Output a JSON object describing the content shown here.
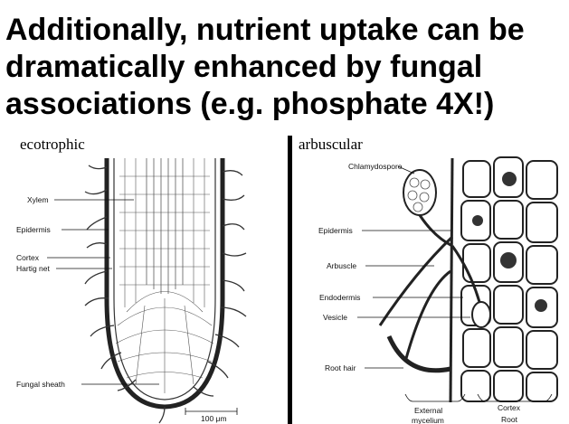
{
  "slide": {
    "title": "Additionally, nutrient uptake can be dramatically enhanced by fungal associations (e.g. phosphate 4X!)"
  },
  "left_panel": {
    "label": "ecotrophic",
    "labels": {
      "xylem": "Xylem",
      "epidermis": "Epidermis",
      "cortex": "Cortex",
      "hartig": "Hartig net",
      "sheath": "Fungal sheath",
      "scale": "100 μm"
    }
  },
  "right_panel": {
    "label": "arbuscular",
    "labels": {
      "chlamydospore": "Chlamydospore",
      "epidermis": "Epidermis",
      "arbuscle": "Arbuscle",
      "endodermis": "Endodermis",
      "vesicle": "Vesicle",
      "root_hair": "Root hair",
      "external_1": "External",
      "external_2": "mycelium",
      "cortex": "Cortex",
      "root_1": "Root"
    }
  }
}
